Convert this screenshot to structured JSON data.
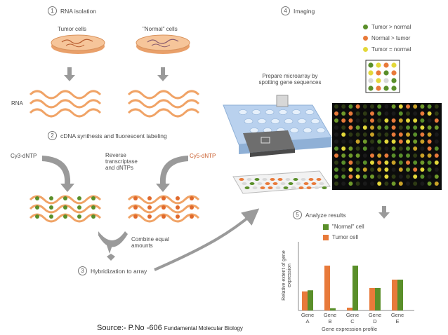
{
  "colors": {
    "green": "#5a8f2a",
    "orange": "#e87a3a",
    "yellow": "#e3d83a",
    "dish": "#f2b27c",
    "arrow": "#9a9a9a",
    "microarray_bg": "#0c0c0c",
    "plate": "#a9c6e6"
  },
  "steps": [
    {
      "num": "1",
      "label": "RNA isolation"
    },
    {
      "num": "2",
      "label": "cDNA synthesis and fluorescent labeling"
    },
    {
      "num": "3",
      "label": "Hybridization to array"
    },
    {
      "num": "4",
      "label": "Imaging"
    },
    {
      "num": "5",
      "label": "Analyze results"
    }
  ],
  "labels": {
    "tumor_cells": "Tumor cells",
    "normal_cells": "\"Normal\" cells",
    "rna": "RNA",
    "cy3": "Cy3-dNTP",
    "cy5": "Cy5-dNTP",
    "reverse": "Reverse transcriptase and dNTPs",
    "combine": "Combine equal amounts",
    "prepare": "Prepare microarray by spotting gene sequences"
  },
  "imaging_legend": [
    {
      "label": "Tumor > normal",
      "color": "#5a8f2a",
      "icon": "green-dot"
    },
    {
      "label": "Normal > tumor",
      "color": "#e87a3a",
      "icon": "orange-dot"
    },
    {
      "label": "Tumor = normal",
      "color": "#e3d83a",
      "icon": "yellow-dot"
    }
  ],
  "chart_data": {
    "type": "bar",
    "categories": [
      "Gene A",
      "Gene B",
      "Gene C",
      "Gene D",
      "Gene E"
    ],
    "series": [
      {
        "name": "\"Normal\" cell",
        "color": "#5a8f2a",
        "values": [
          0.36,
          0.04,
          0.8,
          0.4,
          0.55
        ]
      },
      {
        "name": "Tumor cell",
        "color": "#e87a3a",
        "values": [
          0.34,
          0.8,
          0.05,
          0.4,
          0.55
        ]
      }
    ],
    "xlabel": "Gene expression profile",
    "ylabel": "Relative extent of gene expression",
    "ylim": [
      0,
      1
    ],
    "legend": "top-right"
  },
  "caption": {
    "main": "Source:- P.No -606 ",
    "book": "Fundamental Molecular Biology"
  }
}
